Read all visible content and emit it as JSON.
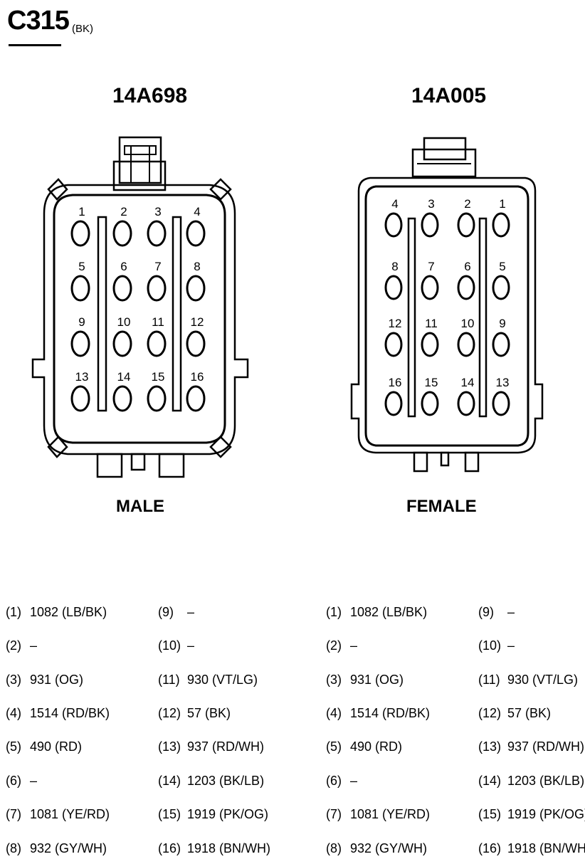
{
  "header": {
    "connector_id": "C315",
    "color_code": "(BK)"
  },
  "connectors": [
    {
      "part_number": "14A698",
      "kind": "MALE",
      "pins": [
        "1",
        "2",
        "3",
        "4",
        "5",
        "6",
        "7",
        "8",
        "9",
        "10",
        "11",
        "12",
        "13",
        "14",
        "15",
        "16"
      ]
    },
    {
      "part_number": "14A005",
      "kind": "FEMALE",
      "pins": [
        "4",
        "3",
        "2",
        "1",
        "8",
        "7",
        "6",
        "5",
        "12",
        "11",
        "10",
        "9",
        "16",
        "15",
        "14",
        "13"
      ]
    }
  ],
  "pinout": [
    [
      "(1)",
      "1082 (LB/BK)"
    ],
    [
      "(2)",
      "–"
    ],
    [
      "(3)",
      "931 (OG)"
    ],
    [
      "(4)",
      "1514 (RD/BK)"
    ],
    [
      "(5)",
      "490 (RD)"
    ],
    [
      "(6)",
      "–"
    ],
    [
      "(7)",
      "1081 (YE/RD)"
    ],
    [
      "(8)",
      "932 (GY/WH)"
    ],
    [
      "(9)",
      "–"
    ],
    [
      "(10)",
      "–"
    ],
    [
      "(11)",
      "930 (VT/LG)"
    ],
    [
      "(12)",
      "57 (BK)"
    ],
    [
      "(13)",
      "937 (RD/WH)"
    ],
    [
      "(14)",
      "1203 (BK/LB)"
    ],
    [
      "(15)",
      "1919 (PK/OG)"
    ],
    [
      "(16)",
      "1918 (BN/WH)"
    ]
  ]
}
